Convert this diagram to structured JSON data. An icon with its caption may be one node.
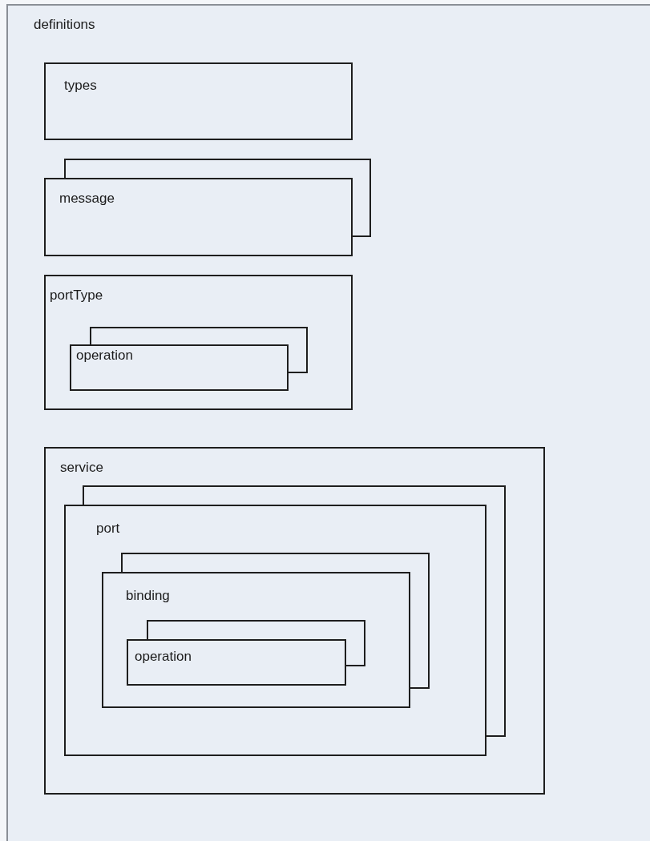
{
  "diagram": {
    "nodes": [
      {
        "text": [
          "definitions"
        ]
      },
      {
        "text": [
          "types"
        ],
        "in": 0
      },
      {
        "text": [
          "message"
        ],
        "in": 0
      },
      {
        "text": [
          "portType"
        ],
        "in": 0
      },
      {
        "text": [
          "operation"
        ],
        "in": 3
      },
      {
        "text": [
          "service"
        ],
        "in": 0
      },
      {
        "text": [
          "port"
        ],
        "in": 5
      },
      {
        "text": [
          "binding"
        ],
        "in": 6
      },
      {
        "text": [
          "operation"
        ],
        "in": 7
      }
    ]
  }
}
